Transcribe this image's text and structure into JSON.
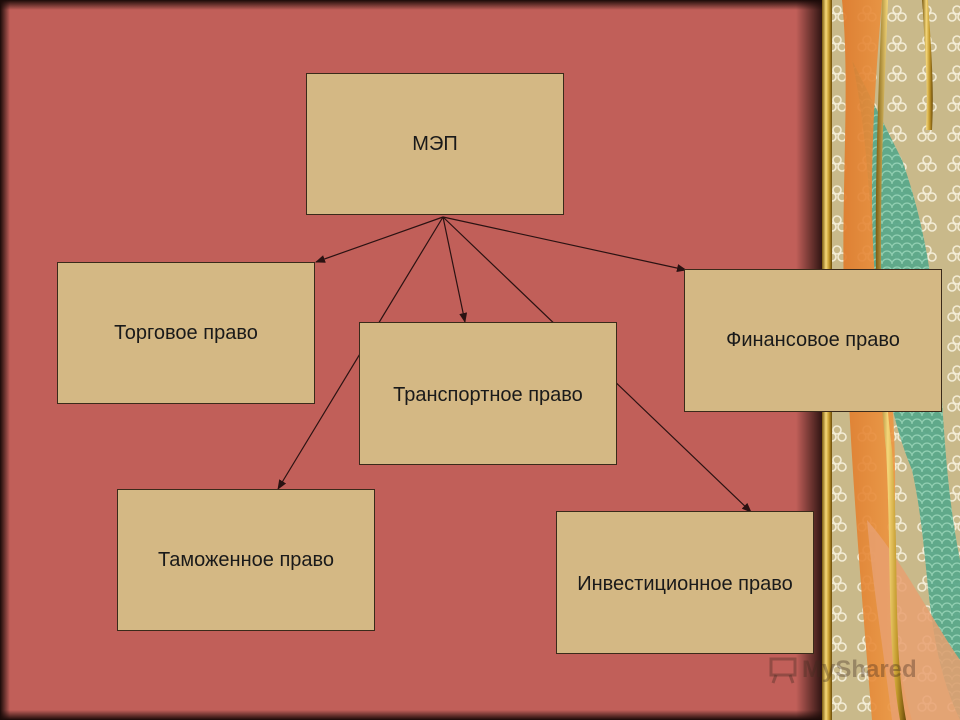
{
  "diagram": {
    "root": {
      "id": "mep",
      "label": "МЭП"
    },
    "nodes": [
      {
        "id": "trade",
        "label": "Торговое право"
      },
      {
        "id": "transport",
        "label": "Транспортное право"
      },
      {
        "id": "finance",
        "label": "Финансовое право"
      },
      {
        "id": "customs",
        "label": "Таможенное право"
      },
      {
        "id": "investment",
        "label": "Инвестиционное право"
      }
    ],
    "edges": [
      {
        "from": "mep",
        "to": "trade"
      },
      {
        "from": "mep",
        "to": "transport"
      },
      {
        "from": "mep",
        "to": "finance"
      },
      {
        "from": "mep",
        "to": "customs"
      },
      {
        "from": "mep",
        "to": "investment"
      }
    ]
  },
  "colors": {
    "background": "#c15f59",
    "node_fill": "#d4b884",
    "node_border": "#3a2a1a",
    "arrow": "#2a1212"
  },
  "watermark": {
    "text": "MyShared",
    "icon": "presentation-board-icon"
  }
}
